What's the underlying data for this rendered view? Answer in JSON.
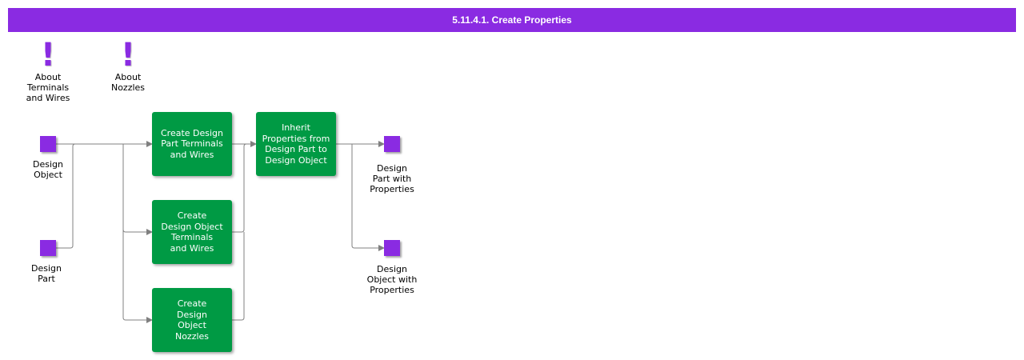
{
  "header": {
    "title": "5.11.4.1. Create Properties"
  },
  "notes": [
    {
      "icon": "exclamation-icon",
      "glyph": "!",
      "label": "About\nTerminals\nand Wires"
    },
    {
      "icon": "exclamation-icon",
      "glyph": "!",
      "label": "About\nNozzles"
    }
  ],
  "inputs": [
    {
      "label": "Design\nObject"
    },
    {
      "label": "Design\nPart"
    }
  ],
  "tasks": [
    {
      "label": "Create Design\nPart Terminals\nand Wires"
    },
    {
      "label": "Create\nDesign Object\nTerminals\nand Wires"
    },
    {
      "label": "Create\nDesign\nObject\nNozzles"
    },
    {
      "label": "Inherit\nProperties from\nDesign Part to\nDesign Object"
    }
  ],
  "outputs": [
    {
      "label": "Design\nPart with\nProperties"
    },
    {
      "label": "Design\nObject with\nProperties"
    }
  ],
  "colors": {
    "header": "#8a2be2",
    "object": "#8a2be2",
    "task": "#009a44",
    "connector": "#808080"
  }
}
